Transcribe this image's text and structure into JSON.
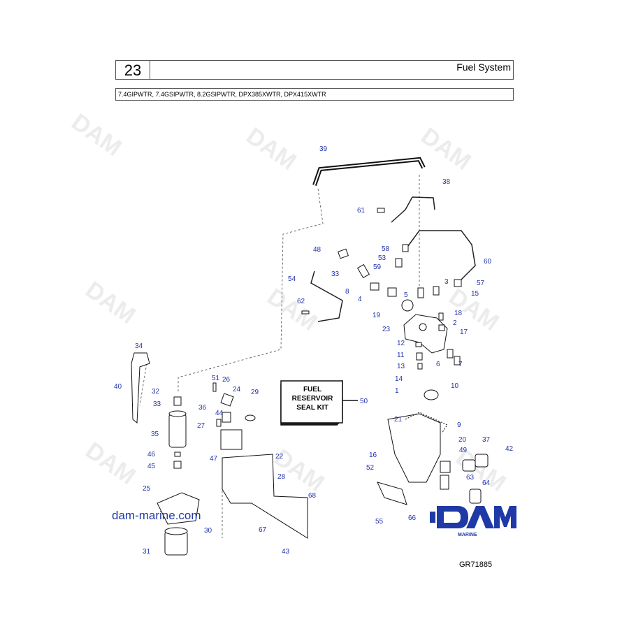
{
  "header": {
    "page_number": "23",
    "title": "Fuel System",
    "models": "7.4GIPWTR, 7.4GSIPWTR, 8.2GSIPWTR, DPX385XWTR, DPX415XWTR"
  },
  "kit_label": "FUEL RESERVOIR SEAL KIT",
  "kit_callout": "50",
  "watermark_text": "DAM",
  "website": "dam-marine.com",
  "logo": {
    "text": "DAM",
    "sub": "MARINE",
    "color": "#1f3aa6"
  },
  "figure_ref": "GR71885",
  "callout_color": "#2233aa",
  "callouts": [
    "1",
    "2",
    "3",
    "4",
    "5",
    "6",
    "7",
    "8",
    "9",
    "10",
    "11",
    "12",
    "13",
    "14",
    "15",
    "16",
    "17",
    "18",
    "19",
    "20",
    "21",
    "22",
    "23",
    "24",
    "25",
    "26",
    "27",
    "28",
    "29",
    "30",
    "31",
    "32",
    "33",
    "33",
    "34",
    "35",
    "36",
    "37",
    "38",
    "39",
    "40",
    "42",
    "43",
    "44",
    "45",
    "46",
    "47",
    "48",
    "49",
    "50",
    "51",
    "52",
    "53",
    "54",
    "55",
    "57",
    "58",
    "59",
    "60",
    "61",
    "62",
    "63",
    "64",
    "66",
    "67",
    "68"
  ]
}
